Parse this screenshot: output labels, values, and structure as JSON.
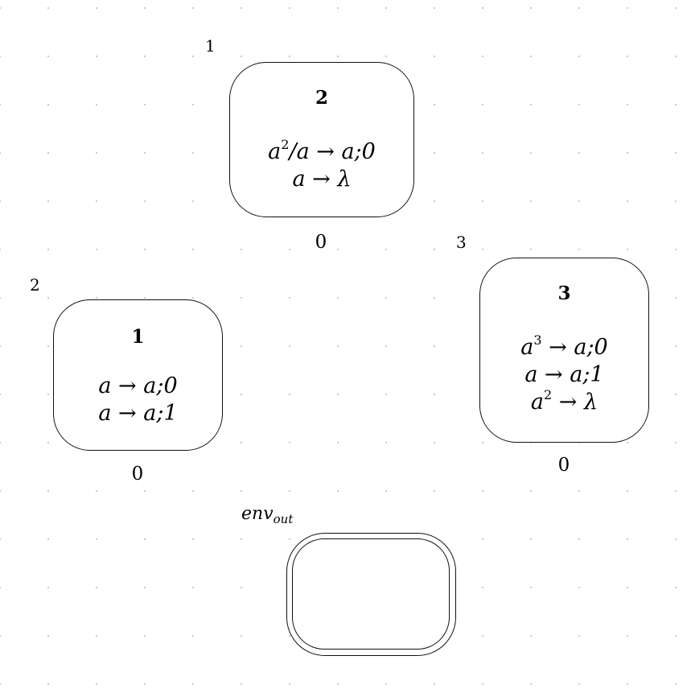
{
  "neurons": [
    {
      "id": "2",
      "label": "1",
      "spikes": "0",
      "rules": [
        {
          "base": "a",
          "exp": "2",
          "rest": "/a → a;0"
        },
        {
          "base": "a",
          "exp": "",
          "rest": " → λ"
        }
      ]
    },
    {
      "id": "1",
      "label": "2",
      "spikes": "0",
      "rules": [
        {
          "base": "a",
          "exp": "",
          "rest": " → a;0"
        },
        {
          "base": "a",
          "exp": "",
          "rest": " → a;1"
        }
      ]
    },
    {
      "id": "3",
      "label": "3",
      "spikes": "0",
      "rules": [
        {
          "base": "a",
          "exp": "3",
          "rest": " → a;0"
        },
        {
          "base": "a",
          "exp": "",
          "rest": " → a;1"
        },
        {
          "base": "a",
          "exp": "2",
          "rest": " → λ"
        }
      ]
    }
  ],
  "environment": {
    "label_base": "env",
    "label_sub": "out"
  }
}
